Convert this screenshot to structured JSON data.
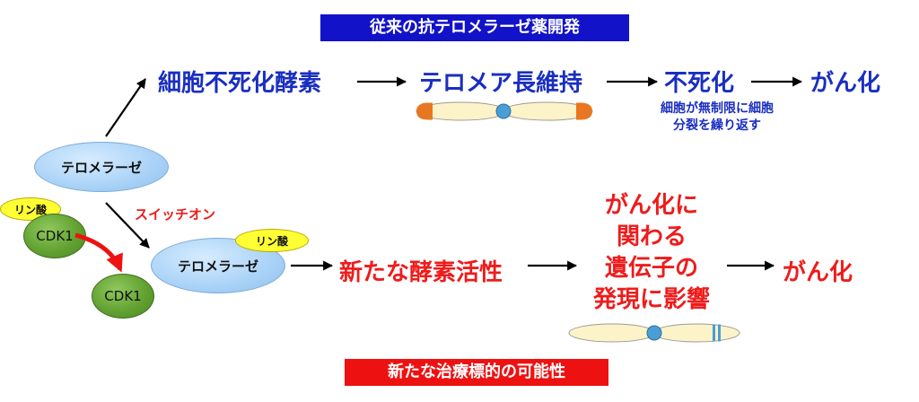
{
  "titles": {
    "conventional": "従来の抗テロメラーゼ薬開発",
    "new_target": "新たな治療標的の可能性"
  },
  "top_flow": {
    "enzyme_immortalization": "細胞不死化酵素",
    "telomere_maintenance": "テロメア長維持",
    "immortalization": "不死化",
    "cancer": "がん化",
    "note_line1": "細胞が無制限に細胞",
    "note_line2": "分裂を繰り返す"
  },
  "bottom_flow": {
    "switch_on": "スイッチオン",
    "new_activity": "新たな酵素活性",
    "gene_line1": "がん化に",
    "gene_line2": "関わる",
    "gene_line3": "遺伝子の",
    "gene_line4": "発現に影響",
    "cancer": "がん化"
  },
  "molecules": {
    "telomerase_top": "テロメラーゼ",
    "telomerase_bottom": "テロメラーゼ",
    "phosphate_left": "リン酸",
    "phosphate_right": "リン酸",
    "cdk1_top": "CDK1",
    "cdk1_bottom": "CDK1"
  },
  "colors": {
    "banner_bg": "#1212c8",
    "new_banner_bg": "#ee1111",
    "blue_text": "#1a2ec0",
    "red_text": "#ee1c1c",
    "chromosome_fill": "#fdf3c8",
    "centromere": "#4a9ed6",
    "telomere_end": "#e87722",
    "band": "#4a9ed6"
  }
}
